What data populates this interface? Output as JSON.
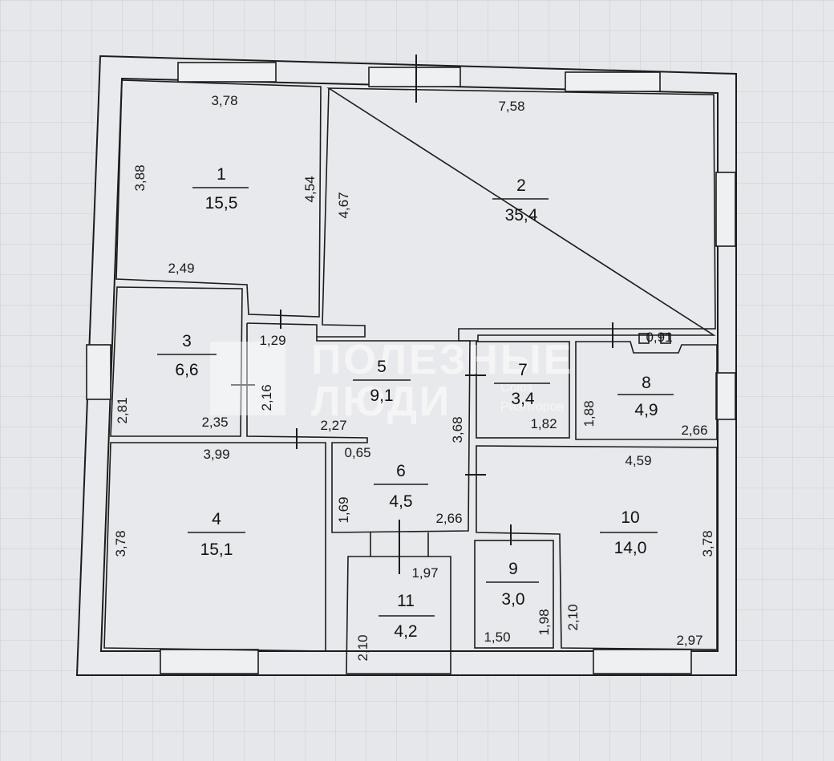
{
  "rooms": [
    {
      "number": "1",
      "area": "15,5"
    },
    {
      "number": "2",
      "area": "35,4"
    },
    {
      "number": "3",
      "area": "6,6"
    },
    {
      "number": "4",
      "area": "15,1"
    },
    {
      "number": "5",
      "area": "9,1"
    },
    {
      "number": "6",
      "area": "4,5"
    },
    {
      "number": "7",
      "area": "3,4"
    },
    {
      "number": "8",
      "area": "4,9"
    },
    {
      "number": "9",
      "area": "3,0"
    },
    {
      "number": "10",
      "area": "14,0"
    },
    {
      "number": "11",
      "area": "4,2"
    }
  ],
  "dimensions": {
    "r1_top": "3,78",
    "r1_left": "3,88",
    "r1_right": "4,54",
    "r1_bottom": "2,49",
    "r2_top": "7,58",
    "r2_left": "4,67",
    "r3_bottom": "2,35",
    "r3_left": "2,81",
    "r5_door": "1,29",
    "r5_left": "2,16",
    "r5_bottom": "2,27",
    "r4_top": "3,99",
    "r4_left": "3,78",
    "r6_top": "0,65",
    "r6_left": "1,69",
    "r6_right": "3,68",
    "r6_bottom": "2,66",
    "r7_bottom": "1,82",
    "r8_top": "0,91",
    "r8_left": "1,88",
    "r8_bottom": "2,66",
    "r10_top": "4,59",
    "r10_right": "3,78",
    "r10_left": "2,10",
    "r10_bottom": "2,97",
    "r11_top": "1,97",
    "r11_left": "2,10",
    "r9_bottom": "1,50",
    "r9_right": "1,98"
  },
  "watermark": {
    "line1": "ПОЛЕЗНЫЕ",
    "line2": "ЛЮДИ",
    "sub1": "Союз",
    "sub2": "Риэлторов"
  }
}
